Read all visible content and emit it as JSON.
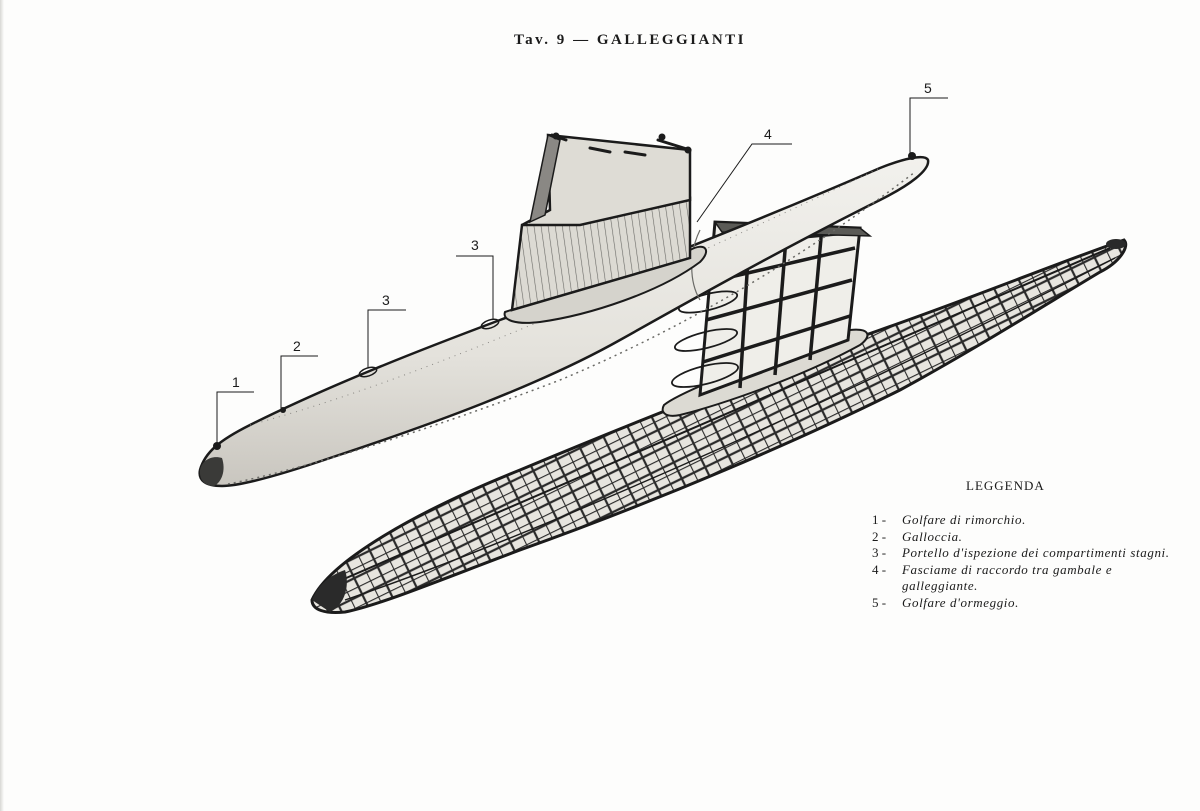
{
  "header": {
    "plate": "Tav. 9",
    "separator": "—",
    "title": "GALLEGGIANTI"
  },
  "callouts": [
    "1",
    "2",
    "3",
    "3",
    "4",
    "5"
  ],
  "legend": {
    "title": "LEGGENDA",
    "items": [
      {
        "num": "1 -",
        "text": "Golfare di rimorchio."
      },
      {
        "num": "2 -",
        "text": "Galloccia."
      },
      {
        "num": "3 -",
        "text": "Portello d'ispezione dei compartimenti stagni."
      },
      {
        "num": "4 -",
        "text": "Fasciame di raccordo tra gambale e galleggiante."
      },
      {
        "num": "5 -",
        "text": "Golfare d'ormeggio."
      }
    ]
  }
}
